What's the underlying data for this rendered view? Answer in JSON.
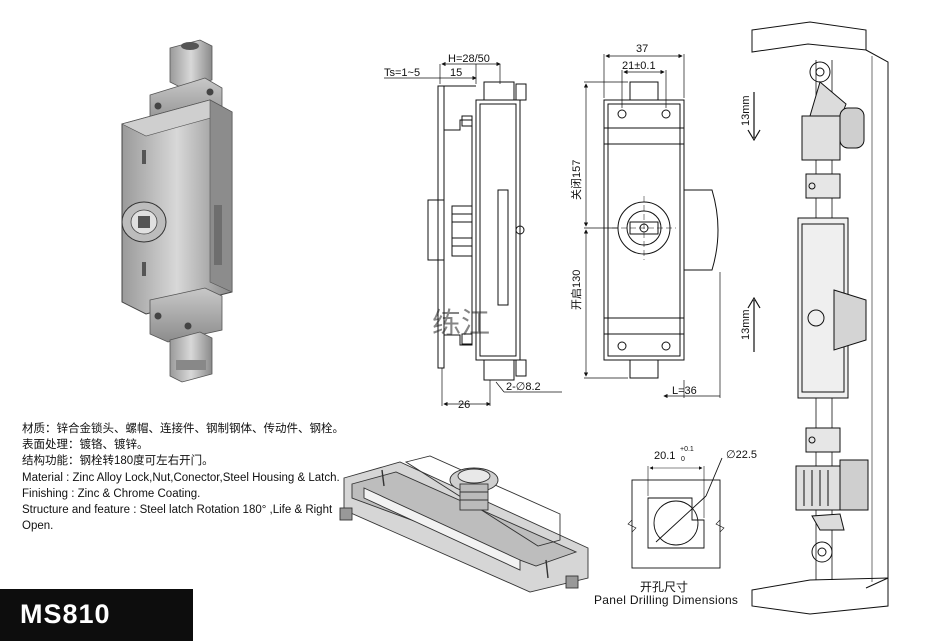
{
  "model": "MS810",
  "watermark": "练江",
  "specs": [
    "材质：锌合金锁头、螺帽、连接件、钢制钢体、传动件、钢栓。",
    "表面处理：镀铬、镀锌。",
    "结构功能：钢栓转180度可左右开门。",
    "Material : Zinc Alloy Lock,Nut,Conector,Steel Housing & Latch.",
    "Finishing :  Zinc & Chrome Coating.",
    "Structure and feature : Steel latch Rotation 180°  ,Life & Right Open."
  ],
  "dimensions": {
    "side_h": "H=28/50",
    "side_ts": "Ts=1~5",
    "side_15": "15",
    "side_26": "26",
    "side_hole": "2-∅8.2",
    "front_37": "37",
    "front_21": "21±0.1",
    "front_closed": "关闭157",
    "front_open": "开启130",
    "front_L": "L=36",
    "install_top": "13mm",
    "install_bottom": "13mm",
    "panel_w": "20.1",
    "panel_tol_plus": "+0.1",
    "panel_tol_zero": "0",
    "panel_d": "∅22.5"
  },
  "panel_label_zh": "开孔尺寸",
  "panel_label_en": "Panel Drilling Dimensions"
}
